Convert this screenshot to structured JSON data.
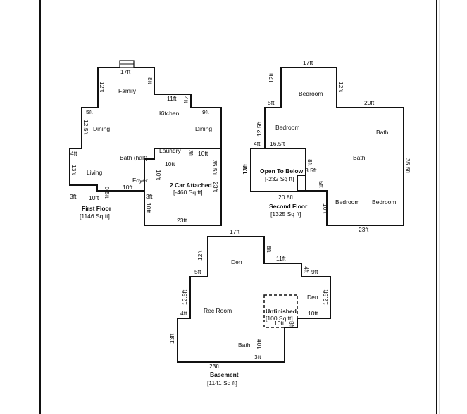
{
  "first_floor": {
    "title": "First Floor",
    "area": "[1146 Sq ft]",
    "rooms": [
      "Family",
      "Kitchen",
      "Dining",
      "Dining",
      "Laundry",
      "Bath (half)",
      "Living",
      "Foyer"
    ],
    "garage": {
      "label": "2 Car Attached",
      "area": "[-460 Sq ft]"
    },
    "dims": [
      "17ft",
      "12ft",
      "8ft",
      "11ft",
      "4ft",
      "9ft",
      "5ft",
      "12.5ft",
      "4ft",
      "13ft",
      "3ft",
      "10ft",
      "0.5ft",
      "10ft",
      "3ft",
      "10ft",
      "10ft",
      "10ft",
      "3ft",
      "35.5ft",
      "23ft",
      "10ft",
      "23ft"
    ]
  },
  "second_floor": {
    "title": "Second Floor",
    "area": "[1325 Sq ft]",
    "rooms": [
      "Bedroom",
      "Bedroom",
      "Bath",
      "Bath",
      "Bedroom",
      "Bedroom"
    ],
    "open": {
      "label": "Open To Below",
      "area": "[-232 Sq ft]"
    },
    "dims": [
      "17ft",
      "12ft",
      "12ft",
      "5ft",
      "20ft",
      "12.5ft",
      "4ft",
      "16.5ft",
      "13ft",
      "8ft",
      "3.5ft",
      "5ft",
      "35.5ft",
      "20.8ft",
      "10ft",
      "23ft"
    ]
  },
  "basement": {
    "title": "Basement",
    "area": "[1141 Sq ft]",
    "rooms": [
      "Den",
      "Rec Room",
      "Den",
      "Bath"
    ],
    "unfinished": {
      "label": "Unfinished",
      "area": "[100 Sq ft]"
    },
    "dims": [
      "17ft",
      "12ft",
      "8ft",
      "11ft",
      "4ft",
      "9ft",
      "5ft",
      "12.5ft",
      "12.5ft",
      "4ft",
      "10ft",
      "10ft",
      "3ft",
      "13ft",
      "10ft",
      "3ft",
      "23ft"
    ]
  }
}
